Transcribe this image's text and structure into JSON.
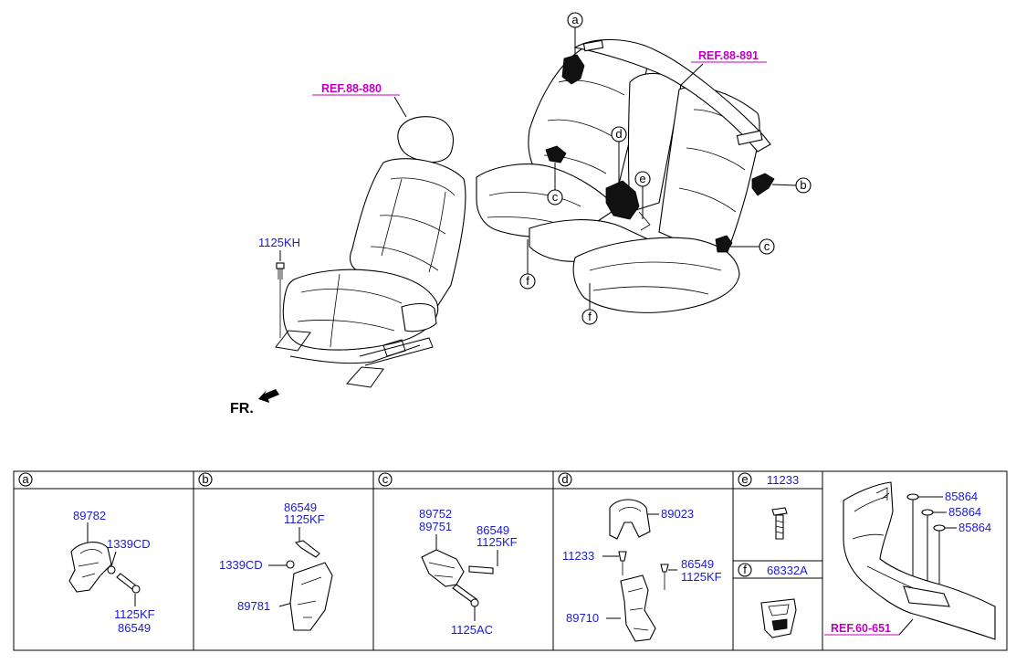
{
  "top_labels": {
    "ref_front": "REF.88-880",
    "ref_rear": "REF.88-891",
    "bolt_front": "1125KH",
    "fr": "FR.",
    "callouts": {
      "a": "a",
      "b": "b",
      "c": "c",
      "d": "d",
      "e": "e",
      "f": "f"
    }
  },
  "table": {
    "headers": {
      "a": "a",
      "b": "b",
      "c": "c",
      "d": "d",
      "e": "e",
      "f": "f"
    },
    "e_part": "11233",
    "f_part": "68332A",
    "cell_a": [
      "89782",
      "1339CD",
      "1125KF",
      "86549"
    ],
    "cell_b": [
      "86549",
      "1125KF",
      "1339CD",
      "89781"
    ],
    "cell_c": [
      "89752",
      "89751",
      "86549",
      "1125KF",
      "1125AC"
    ],
    "cell_d": [
      "89023",
      "11233",
      "86549",
      "1125KF",
      "89710"
    ],
    "cell_g": [
      "85864",
      "85864",
      "85864",
      "REF.60-651"
    ]
  }
}
